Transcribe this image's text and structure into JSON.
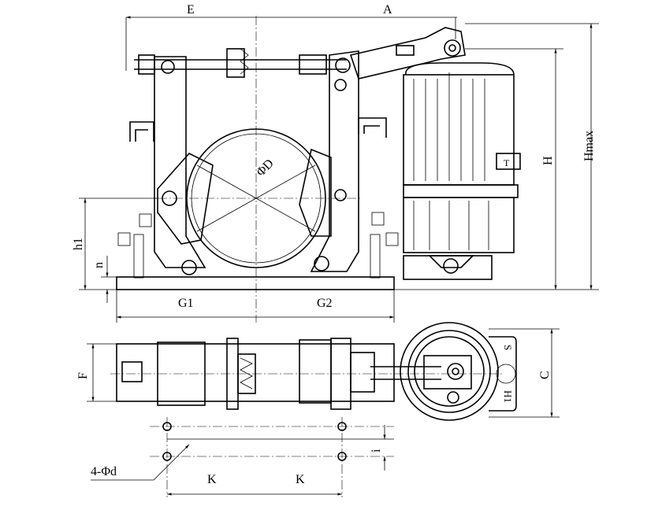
{
  "labels": {
    "E": "E",
    "A": "A",
    "D": "ΦD",
    "H": "H",
    "Hmax": "Hmax",
    "h1": "h1",
    "n": "n",
    "G1": "G1",
    "G2": "G2",
    "F": "F",
    "C": "C",
    "S": "S",
    "H1": "H1",
    "T": "T",
    "i": "i",
    "K1": "K",
    "K2": "K",
    "holes": "4-Φd"
  }
}
